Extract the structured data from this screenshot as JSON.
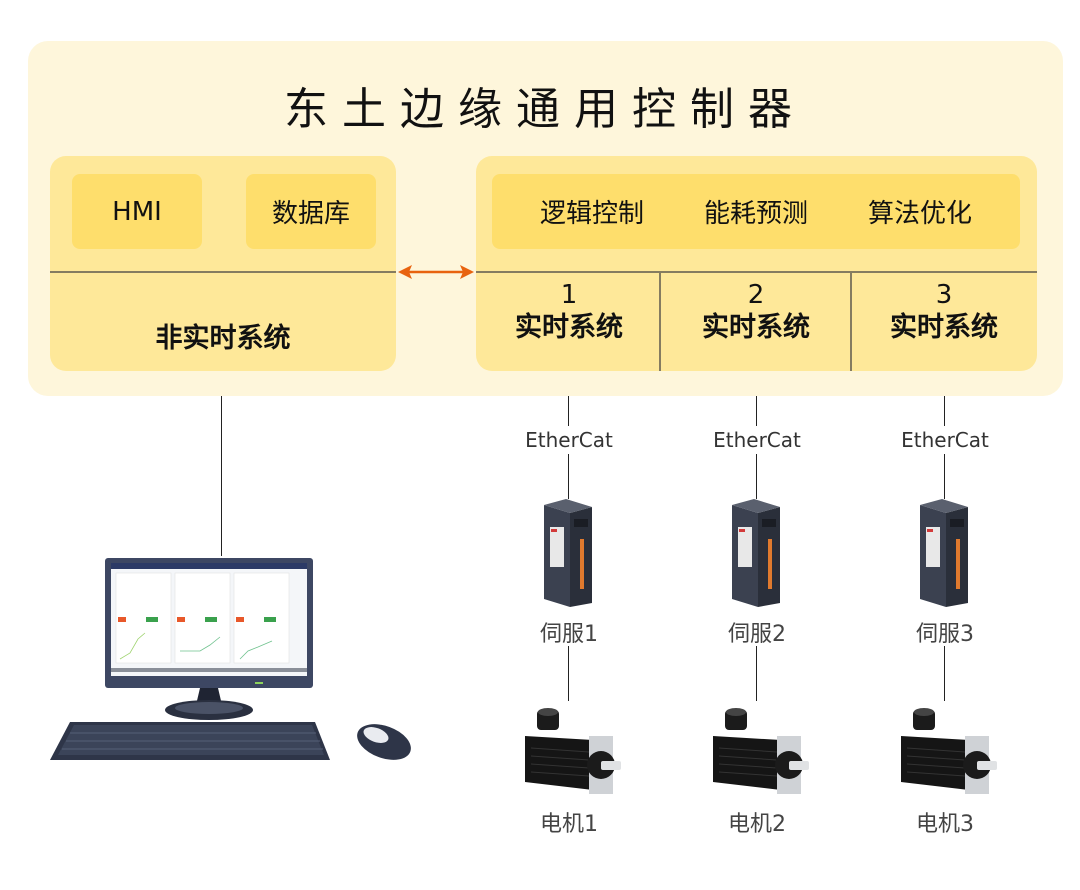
{
  "title": "东土边缘通用控制器",
  "non_realtime": {
    "modules": [
      "HMI",
      "数据库"
    ],
    "label": "非实时系统"
  },
  "realtime": {
    "modules": [
      "逻辑控制",
      "能耗预测",
      "算法优化"
    ],
    "systems": [
      {
        "num": "1",
        "label": "实时系统"
      },
      {
        "num": "2",
        "label": "实时系统"
      },
      {
        "num": "3",
        "label": "实时系统"
      }
    ]
  },
  "link": {
    "type": "bidirectional-arrow",
    "color": "#e8630f"
  },
  "channels": [
    {
      "bus": "EtherCat",
      "servo": "伺服1",
      "motor": "电机1"
    },
    {
      "bus": "EtherCat",
      "servo": "伺服2",
      "motor": "电机2"
    },
    {
      "bus": "EtherCat",
      "servo": "伺服3",
      "motor": "电机3"
    }
  ],
  "colors": {
    "outer_bg": "#fef6db",
    "panel_bg": "#fee899",
    "chip_bg": "#fede6c",
    "arrow": "#e8630f",
    "divider": "#857c60"
  }
}
